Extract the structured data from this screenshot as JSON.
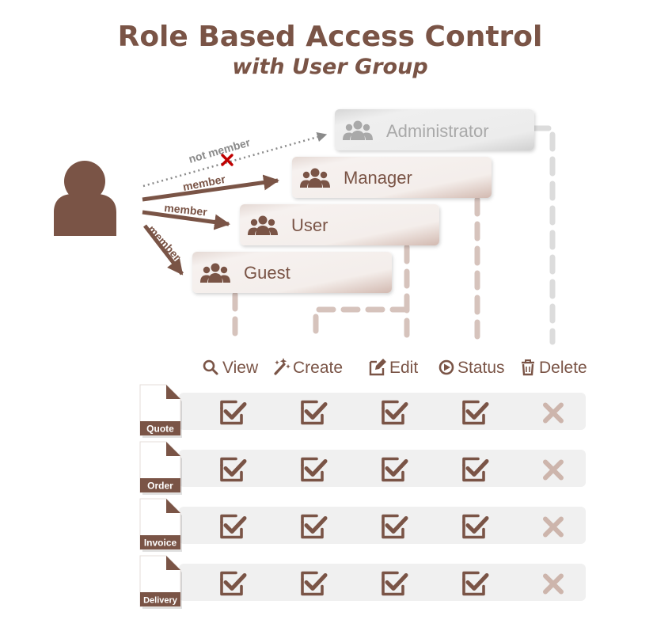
{
  "title": "Role Based Access Control",
  "subtitle": "with User Group",
  "colors": {
    "brown": "#7a5446",
    "light_brown": "#cdb5ac",
    "gray_card": "#dedede",
    "admin_text": "#a9a9a9",
    "row_bg": "#f0f0f0",
    "red_x": "#c00000"
  },
  "membership": [
    {
      "label": "not member",
      "is_member": false
    },
    {
      "label": "member",
      "is_member": true
    },
    {
      "label": "member",
      "is_member": true
    },
    {
      "label": "member",
      "is_member": true
    }
  ],
  "groups": [
    {
      "name": "Administrator",
      "icon": "users-icon",
      "active": false
    },
    {
      "name": "Manager",
      "icon": "users-icon",
      "active": true
    },
    {
      "name": "User",
      "icon": "users-icon",
      "active": true
    },
    {
      "name": "Guest",
      "icon": "users-icon",
      "active": true
    }
  ],
  "permissions": [
    {
      "label": "View",
      "icon": "search-icon"
    },
    {
      "label": "Create",
      "icon": "magic-wand-icon"
    },
    {
      "label": "Edit",
      "icon": "edit-icon"
    },
    {
      "label": "Status",
      "icon": "play-circle-icon"
    },
    {
      "label": "Delete",
      "icon": "trash-icon"
    }
  ],
  "documents": [
    {
      "name": "Quote",
      "access": [
        true,
        true,
        true,
        true,
        false
      ]
    },
    {
      "name": "Order",
      "access": [
        true,
        true,
        true,
        true,
        false
      ]
    },
    {
      "name": "Invoice",
      "access": [
        true,
        true,
        true,
        true,
        false
      ]
    },
    {
      "name": "Delivery",
      "access": [
        true,
        true,
        true,
        true,
        false
      ]
    }
  ]
}
